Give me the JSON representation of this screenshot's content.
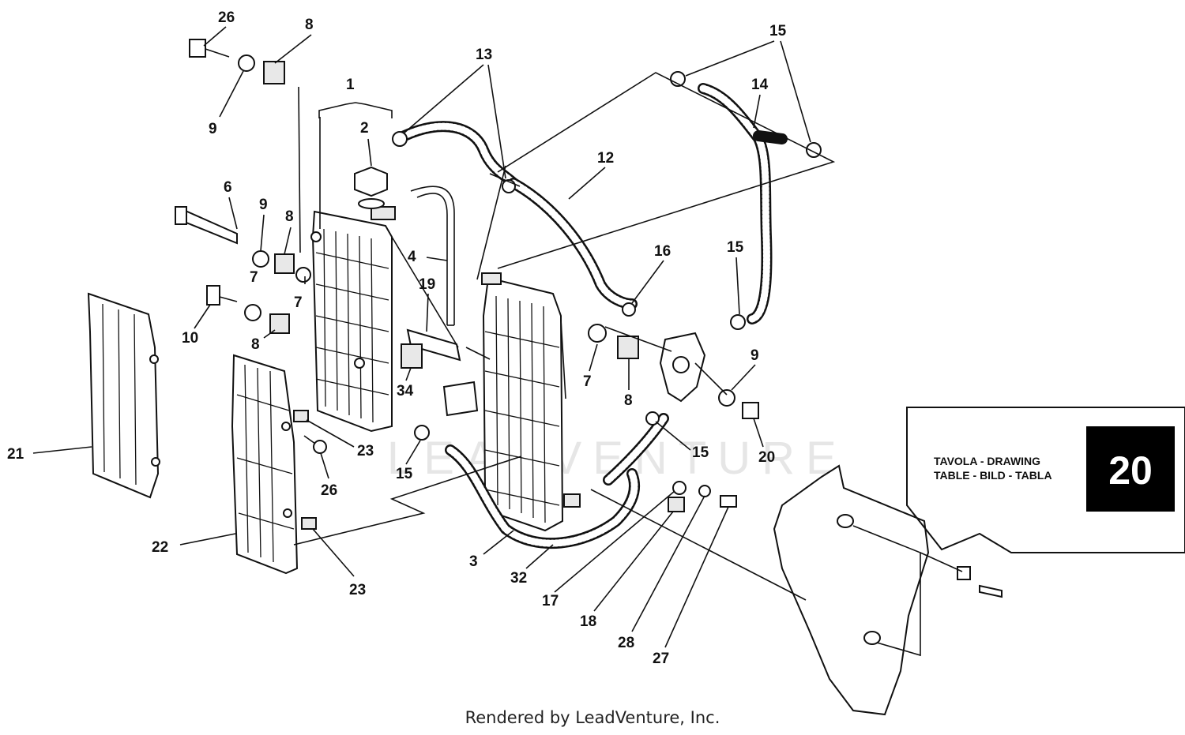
{
  "callouts": [
    "1",
    "2",
    "3",
    "4",
    "6",
    "7",
    "7",
    "7",
    "8",
    "8",
    "8",
    "8",
    "9",
    "9",
    "9",
    "10",
    "12",
    "13",
    "14",
    "15",
    "15",
    "15",
    "15",
    "16",
    "17",
    "18",
    "19",
    "20",
    "21",
    "22",
    "23",
    "23",
    "26",
    "26",
    "27",
    "28",
    "32",
    "34"
  ],
  "panel": {
    "line1": "TAVOLA - DRAWING",
    "line2": "TABLE - BILD - TABLA",
    "number": "20"
  },
  "watermark": "LEADVENTURE",
  "footer": "Rendered by LeadVenture, Inc."
}
